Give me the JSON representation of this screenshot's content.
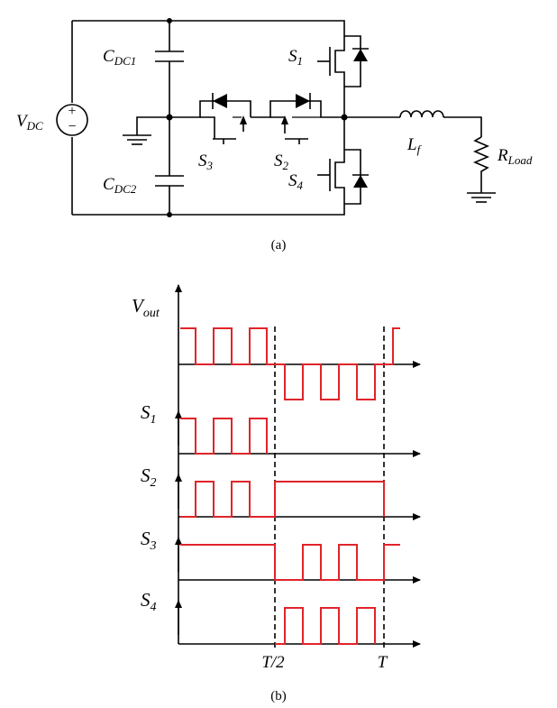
{
  "circuit": {
    "vdc": {
      "main": "V",
      "sub": "DC"
    },
    "cdc1": {
      "main": "C",
      "sub": "DC1"
    },
    "cdc2": {
      "main": "C",
      "sub": "DC2"
    },
    "s1": {
      "main": "S",
      "sub": "1"
    },
    "s2": {
      "main": "S",
      "sub": "2"
    },
    "s3": {
      "main": "S",
      "sub": "3"
    },
    "s4": {
      "main": "S",
      "sub": "4"
    },
    "lf": {
      "main": "L",
      "sub": "f"
    },
    "rload": {
      "main": "R",
      "sub": "Load"
    },
    "caption": "(a)"
  },
  "waveforms": {
    "vout": {
      "main": "V",
      "sub": "out"
    },
    "s1": {
      "main": "S",
      "sub": "1"
    },
    "s2": {
      "main": "S",
      "sub": "2"
    },
    "s3": {
      "main": "S",
      "sub": "3"
    },
    "s4": {
      "main": "S",
      "sub": "4"
    },
    "tick_half": "T/2",
    "tick_full": "T",
    "caption": "(b)"
  },
  "colors": {
    "signal": "#e0242a",
    "wire": "#000000"
  }
}
